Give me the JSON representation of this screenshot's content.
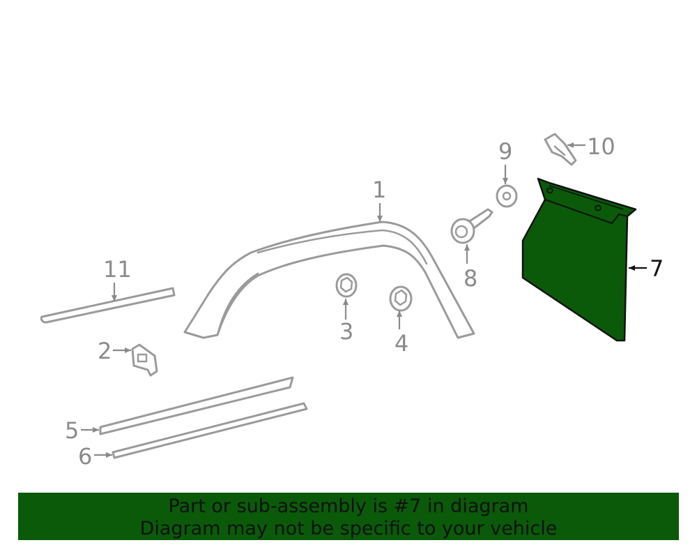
{
  "diagram": {
    "highlight_color": "#0a5a0a",
    "line_color": "#9a9a9a",
    "callouts": {
      "c1": "1",
      "c2": "2",
      "c3": "3",
      "c4": "4",
      "c5": "5",
      "c6": "6",
      "c7": "7",
      "c8": "8",
      "c9": "9",
      "c10": "10",
      "c11": "11"
    },
    "highlighted_part": "7"
  },
  "banner": {
    "line1": "Part or sub-assembly is #7 in diagram",
    "line2": "Diagram may not be specific to your vehicle",
    "background": "#0a5a0a"
  }
}
